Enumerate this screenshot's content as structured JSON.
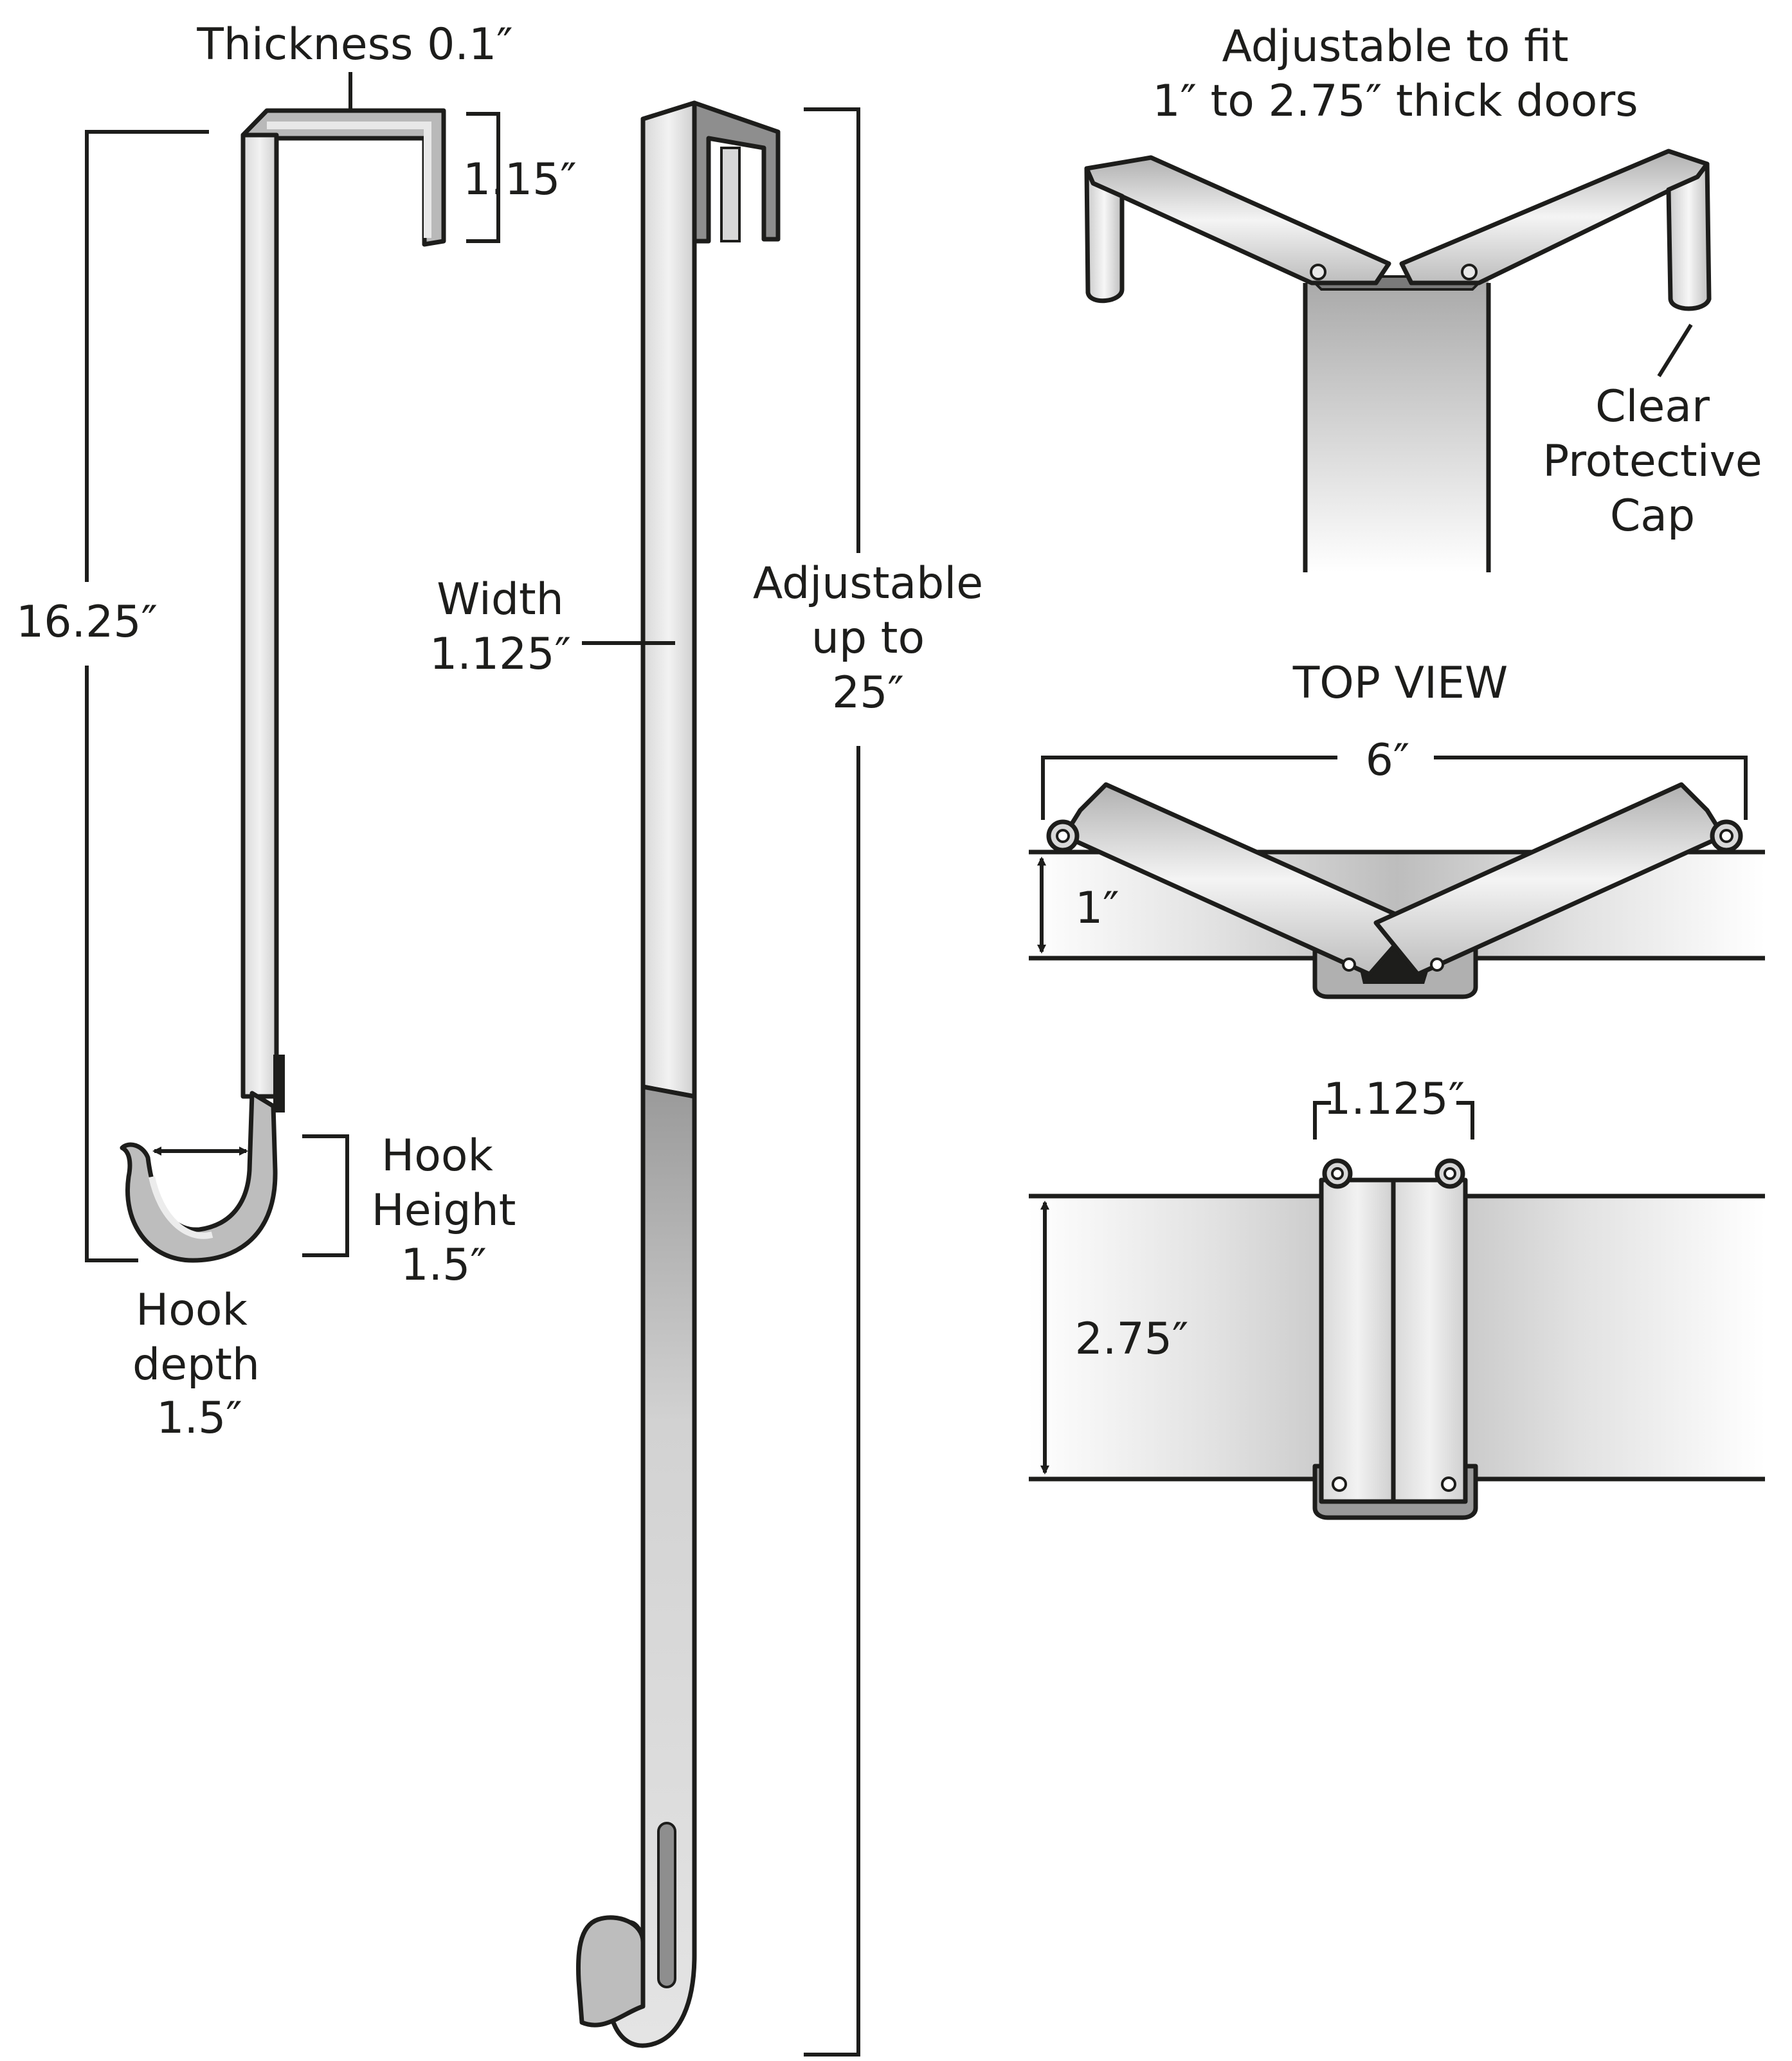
{
  "labels": {
    "thickness": "Thickness 0.1″",
    "top_gap": "1.15″",
    "overall_length": "16.25″",
    "width_line1": "Width",
    "width_line2": "1.125″",
    "adjustable_line1": "Adjustable",
    "adjustable_line2": "up to",
    "adjustable_line3": "25″",
    "hook_height_line1": "Hook",
    "hook_height_line2": "Height",
    "hook_height_line3": "1.5″",
    "hook_depth_line1": "Hook",
    "hook_depth_line2": "depth",
    "hook_depth_line3": "1.5″",
    "fit_line1": "Adjustable to fit",
    "fit_line2": "1″ to 2.75″ thick doors",
    "cap_line1": "Clear",
    "cap_line2": "Protective",
    "cap_line3": "Cap",
    "top_view": "TOP VIEW",
    "span_6": "6″",
    "door_1": "1″",
    "width_top": "1.125″",
    "door_275": "2.75″"
  },
  "colors": {
    "metal_light": "#e6e6e6",
    "metal_mid": "#b9b9b9",
    "metal_dark": "#8e8e8e",
    "ink": "#1d1d1b"
  }
}
